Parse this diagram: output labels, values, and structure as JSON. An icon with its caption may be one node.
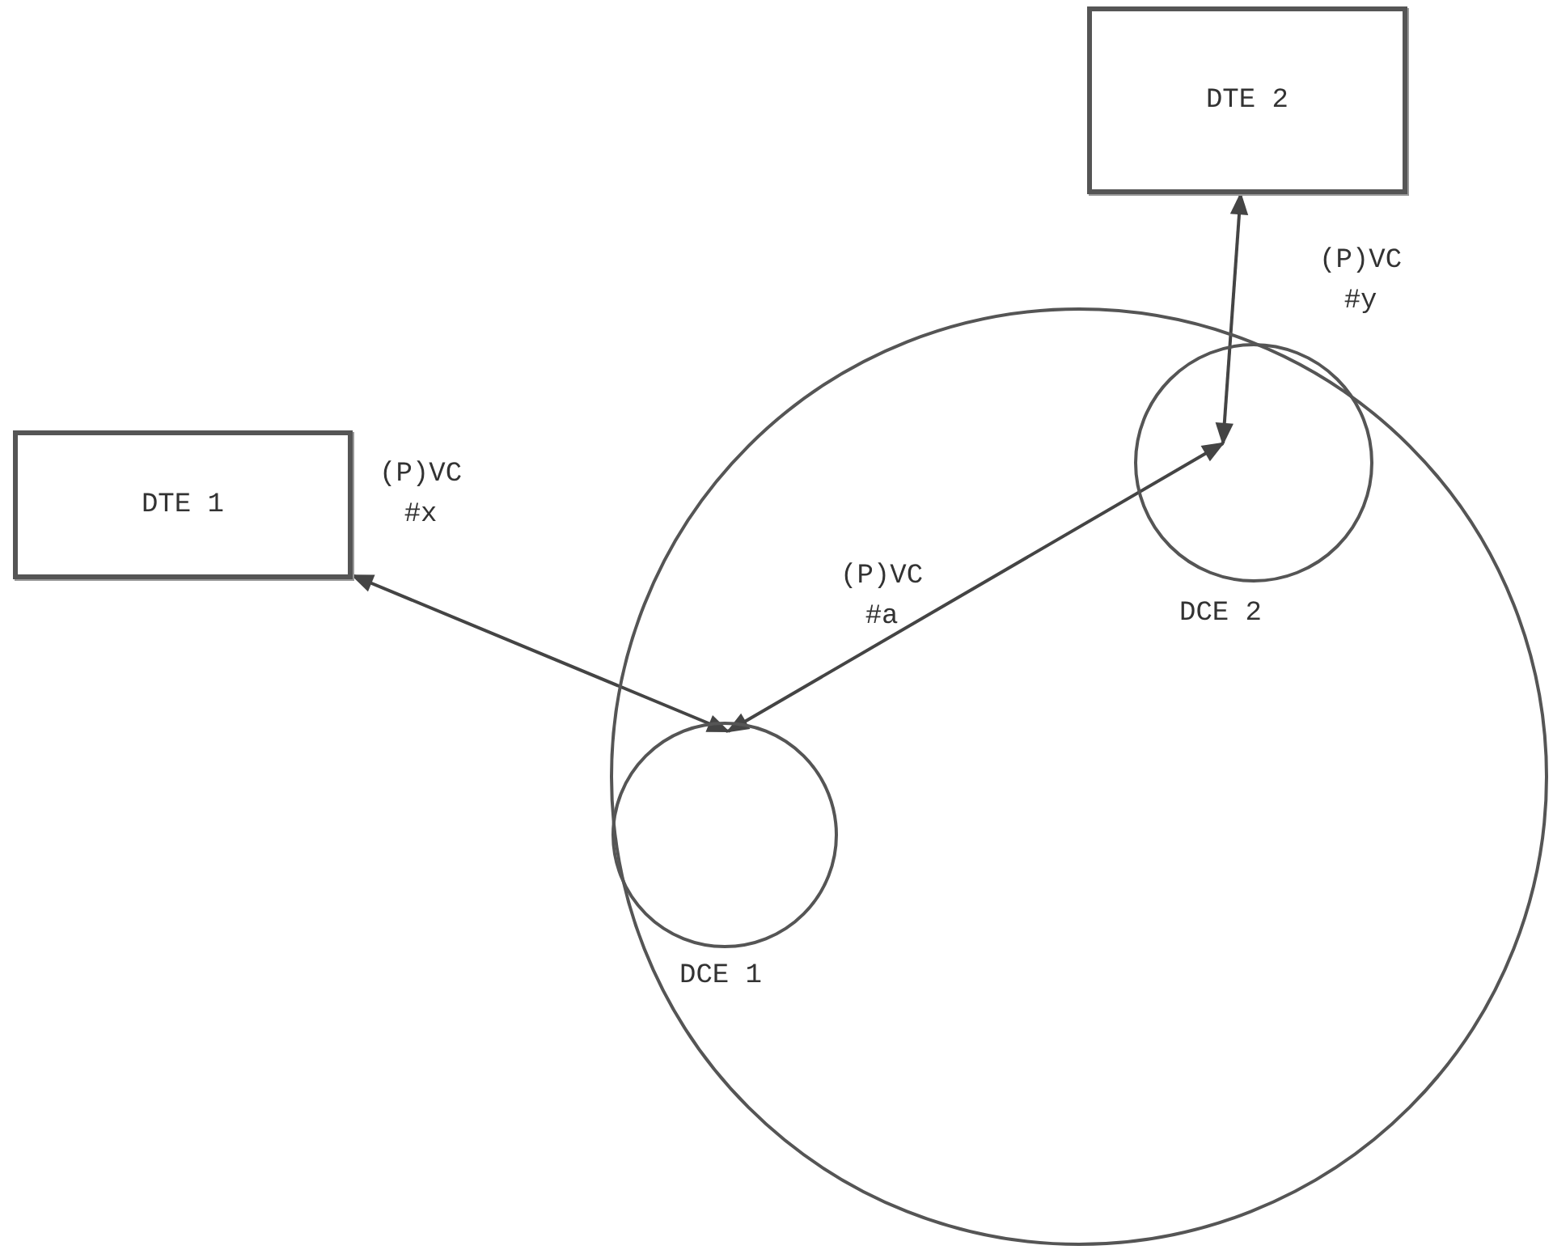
{
  "diagram": {
    "nodes": [
      {
        "text": [
          "DTE 1"
        ]
      },
      {
        "text": [
          "DTE 2"
        ]
      },
      {
        "text": [],
        "shape": "circle"
      },
      {
        "text": [
          "DCE 1"
        ],
        "in": 2
      },
      {
        "text": [
          "DCE 2"
        ],
        "in": 2
      }
    ],
    "edges": [
      {
        "from": 0,
        "to": 3,
        "arrow": "both",
        "label": "(P)VC #x"
      },
      {
        "from": 3,
        "to": 4,
        "arrow": "both",
        "label": "(P)VC #a"
      },
      {
        "from": 1,
        "to": 4,
        "arrow": "both",
        "label": "(P)VC #y"
      }
    ]
  }
}
